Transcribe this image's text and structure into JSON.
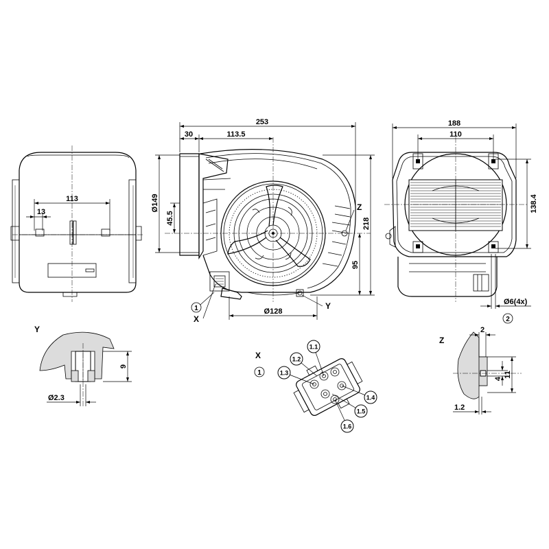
{
  "front_view": {
    "width_113": "113",
    "width_13": "13"
  },
  "side_view": {
    "dim_253": "253",
    "dim_30": "30",
    "dim_113_5": "113.5",
    "dim_149": "Ø149",
    "dim_45_5": "45.5",
    "dim_218": "218",
    "dim_95": "95",
    "dim_128": "Ø128",
    "label_z": "Z",
    "label_x": "X",
    "label_y": "Y",
    "callout_1": "1"
  },
  "rear_view": {
    "dim_188": "188",
    "dim_110": "110",
    "dim_138_4": "138.4",
    "dim_hole": "Ø6(4x)",
    "callout_2": "2"
  },
  "detail_y": {
    "title": "Y",
    "dim_9": "9",
    "dim_d2_3": "Ø2.3"
  },
  "detail_x": {
    "title": "X",
    "callout_1": "1",
    "pins": [
      "1.1",
      "1.2",
      "1.3",
      "1.4",
      "1.5",
      "1.6"
    ]
  },
  "detail_z": {
    "title": "Z",
    "dim_2": "2",
    "dim_4": "4",
    "dim_11": "11",
    "dim_1_2": "1.2"
  }
}
